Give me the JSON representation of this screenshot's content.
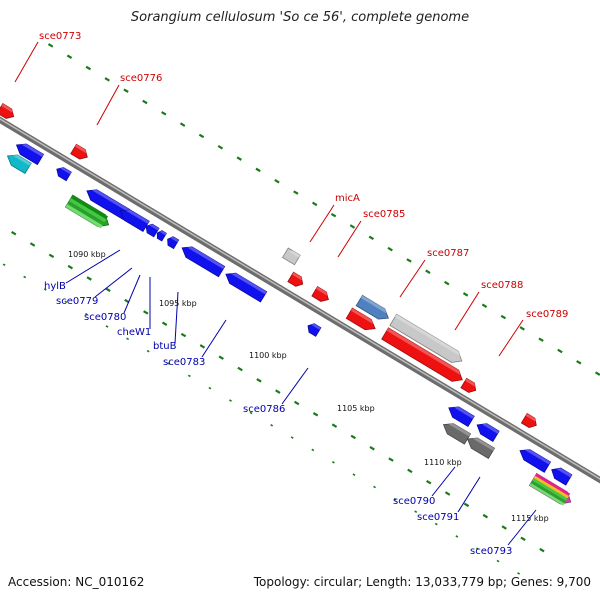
{
  "title": "Sorangium cellulosum 'So ce 56', complete genome",
  "footer": {
    "accession": "Accession: NC_010162",
    "summary": "Topology: circular; Length: 13,033,779 bp; Genes: 9,700"
  },
  "colors": {
    "backbone": "#8a8a8a",
    "forward_gene": "#ee1111",
    "reverse_gene": "#1111ee",
    "rna": "#c8c8c8",
    "tick": "#1a7a1a",
    "label_top": "#cc0000",
    "label_bottom": "#0000aa"
  },
  "scale_labels": [
    "1090 kbp",
    "1095 kbp",
    "1100 kbp",
    "1105 kbp",
    "1110 kbp",
    "1115 kbp"
  ],
  "gene_labels_top": [
    "sce0773",
    "sce0776",
    "micA",
    "sce0785",
    "sce0787",
    "sce0788",
    "sce0789"
  ],
  "gene_labels_bottom": [
    "hylB",
    "sce0779",
    "sce0780",
    "cheW1",
    "btuB",
    "sce0783",
    "sce0786",
    "sce0790",
    "sce0791",
    "sce0793"
  ]
}
